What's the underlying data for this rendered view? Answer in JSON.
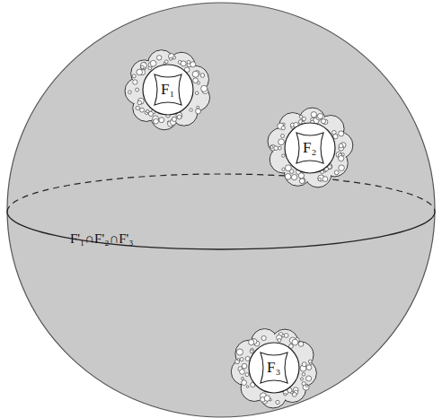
{
  "diagram": {
    "nodes": [
      {
        "text": [
          "F'₁∩F'₂∩F'₃"
        ]
      },
      {
        "text": [
          "F₁"
        ],
        "in": 0
      },
      {
        "text": [
          "F₂"
        ],
        "in": 0
      },
      {
        "text": [
          "F₃"
        ],
        "in": 0
      }
    ]
  }
}
